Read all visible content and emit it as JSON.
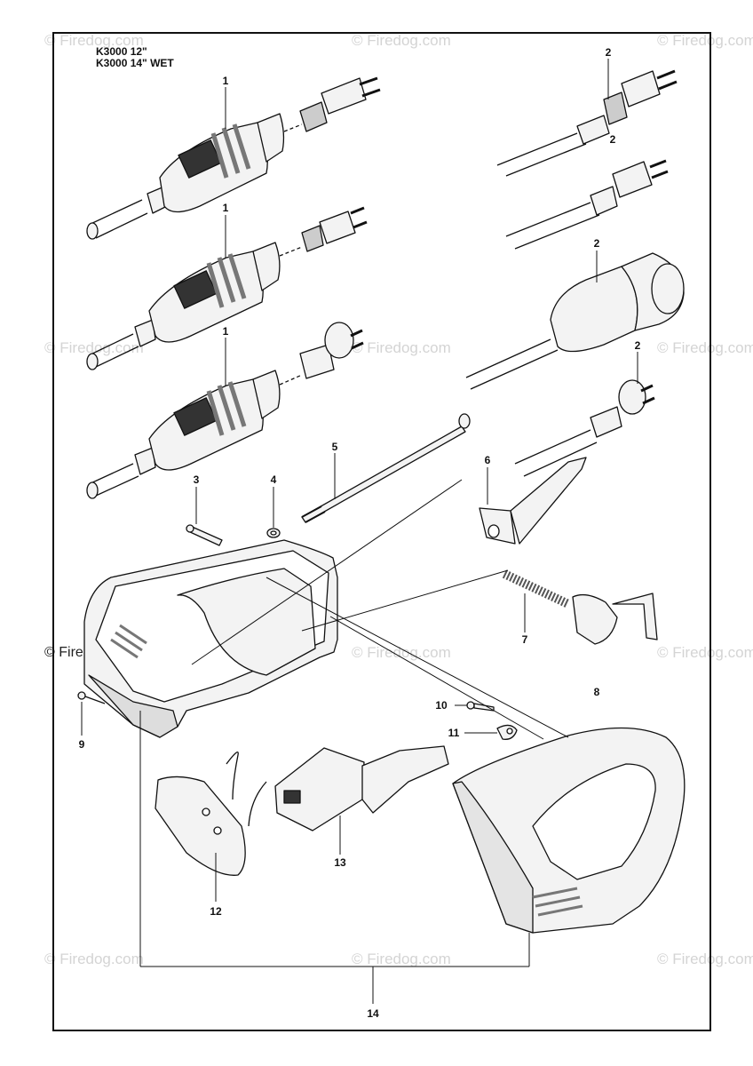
{
  "header": {
    "model_line_1": "K3000 12\"",
    "model_line_2": "K3000 14\" WET"
  },
  "watermark": {
    "text": "© Firedog.com"
  },
  "parts": [
    {
      "ref": "1"
    },
    {
      "ref": "1"
    },
    {
      "ref": "1"
    },
    {
      "ref": "2"
    },
    {
      "ref": "2"
    },
    {
      "ref": "2"
    },
    {
      "ref": "2"
    },
    {
      "ref": "3"
    },
    {
      "ref": "4"
    },
    {
      "ref": "5"
    },
    {
      "ref": "6"
    },
    {
      "ref": "7"
    },
    {
      "ref": "8"
    },
    {
      "ref": "9"
    },
    {
      "ref": "10"
    },
    {
      "ref": "11"
    },
    {
      "ref": "12"
    },
    {
      "ref": "13"
    },
    {
      "ref": "14"
    }
  ],
  "colors": {
    "line": "#111111",
    "part_fill": "#f3f3f3",
    "shade": "#cfcfcf",
    "watermark": "#d4d4d4"
  }
}
